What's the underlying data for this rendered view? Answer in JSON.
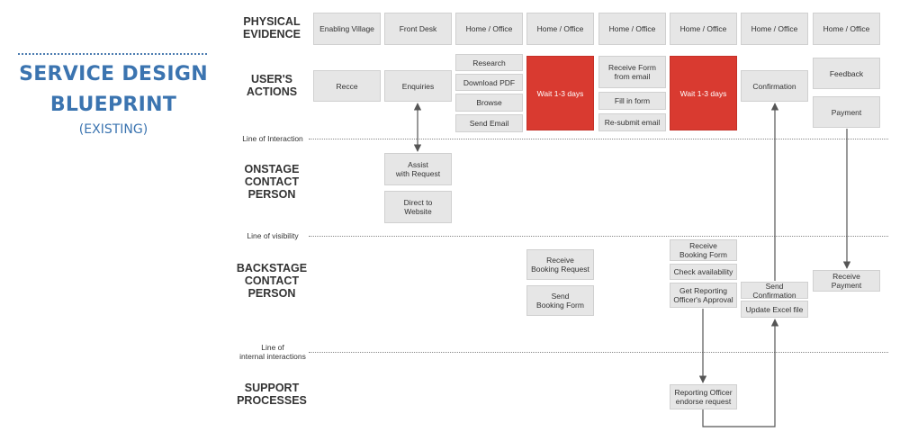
{
  "title": {
    "line1": "SERVICE DESIGN",
    "line2": "BLUEPRINT",
    "sub": "(EXISTING)"
  },
  "rows": {
    "physical_evidence": [
      "PHYSICAL",
      "EVIDENCE"
    ],
    "users_actions": [
      "USER'S",
      "ACTIONS"
    ],
    "onstage": [
      "ONSTAGE",
      "CONTACT",
      "PERSON"
    ],
    "backstage": [
      "BACKSTAGE",
      "CONTACT",
      "PERSON"
    ],
    "support": [
      "SUPPORT",
      "PROCESSES"
    ]
  },
  "lines": {
    "interaction": "Line of Interaction",
    "visibility": "Line of visibility",
    "internal_1": "Line of",
    "internal_2": "internal interactions"
  },
  "evidence": [
    "Enabling Village",
    "Front Desk",
    "Home / Office",
    "Home / Office",
    "Home / Office",
    "Home / Office",
    "Home / Office",
    "Home / Office"
  ],
  "actions": {
    "recce": "Recce",
    "enquiries": "Enquiries",
    "research": "Research",
    "download_pdf": "Download PDF",
    "browse": "Browse",
    "send_email": "Send Email",
    "wait1": "Wait 1-3 days",
    "receive_form_1": "Receive Form",
    "receive_form_2": "from email",
    "fill_in_form": "Fill in form",
    "resubmit_email": "Re-submit email",
    "wait2": "Wait 1-3 days",
    "confirmation": "Confirmation",
    "feedback": "Feedback",
    "payment": "Payment"
  },
  "onstage": {
    "assist_1": "Assist",
    "assist_2": "with Request",
    "direct_1": "Direct to",
    "direct_2": "Website"
  },
  "backstage": {
    "receive_booking_req_1": "Receive",
    "receive_booking_req_2": "Booking Request",
    "send_booking_form_1": "Send",
    "send_booking_form_2": "Booking Form",
    "receive_booking_form_1": "Receive",
    "receive_booking_form_2": "Booking Form",
    "check_availability": "Check availability",
    "get_approval_1": "Get Reporting",
    "get_approval_2": "Officer's Approval",
    "send_confirmation": "Send Confirmation",
    "update_excel": "Update Excel file",
    "receive_payment_1": "Receive",
    "receive_payment_2": "Payment"
  },
  "support": {
    "endorse_1": "Reporting Officer",
    "endorse_2": "endorse request"
  },
  "colors": {
    "title": "#3b74b0",
    "box": "#e6e6e6",
    "highlight": "#d93a30",
    "arrow": "#555555"
  }
}
